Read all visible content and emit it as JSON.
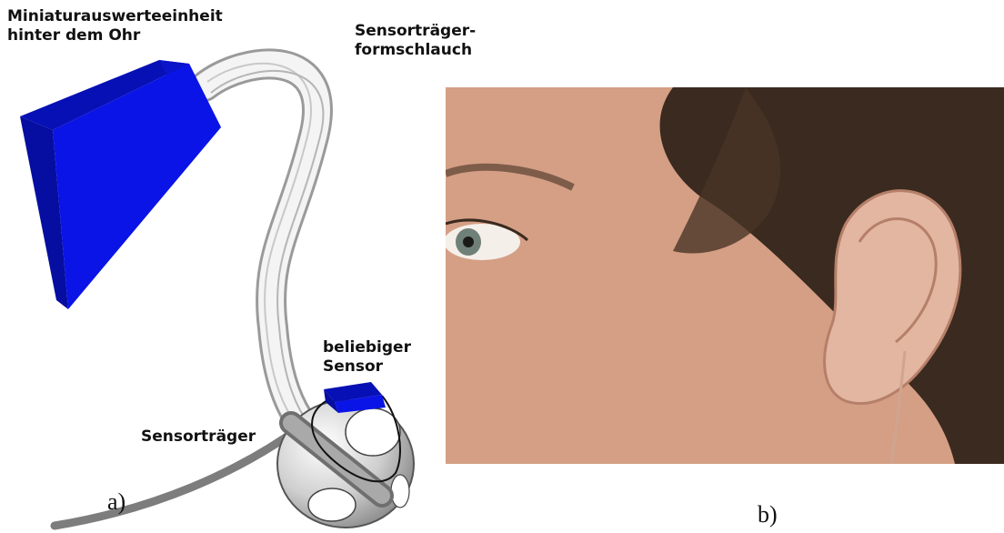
{
  "colors": {
    "unit_blue": "#0a14e6",
    "unit_blue_shade": "#0610b4",
    "tube_light": "#f2f2f2",
    "tube_edge": "#9a9a9a",
    "skin": "#d9a48a",
    "hair": "#3a2a1f"
  },
  "labels": {
    "processing_unit": "Miniaturauswerteeinheit\nhinter dem Ohr",
    "tube": "Sensorträger-\nformschlauch",
    "sensor": "beliebiger\nSensor",
    "carrier": "Sensorträger"
  },
  "panels": {
    "a": "a)",
    "b": "b)"
  }
}
